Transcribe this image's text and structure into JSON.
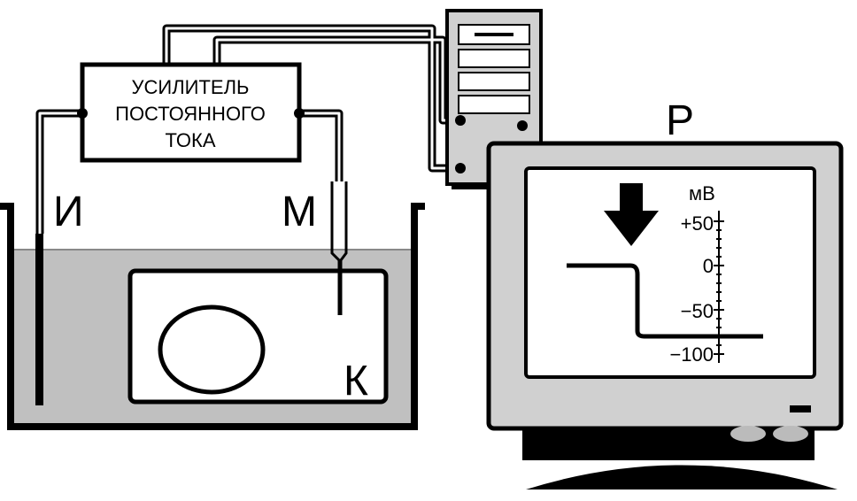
{
  "amplifier": {
    "lines": [
      "УСИЛИТЕЛЬ",
      "ПОСТОЯННОГО",
      "ТОКА"
    ]
  },
  "labels": {
    "indifferent": "И",
    "micro": "М",
    "cell": "К",
    "recorder": "Р"
  },
  "colors": {
    "solution": "#c0c0c0",
    "monitor": "#d0d0d0",
    "line": "#000000",
    "screen": "#ffffff"
  },
  "screen": {
    "unit": "мВ",
    "ticks": [
      "+50",
      "0",
      "−50",
      "−100"
    ],
    "arrow_icon": "down-arrow-icon"
  },
  "trace": {
    "y_axis_range": [
      -100,
      50
    ],
    "before_mV": 0,
    "after_mV": -80
  }
}
